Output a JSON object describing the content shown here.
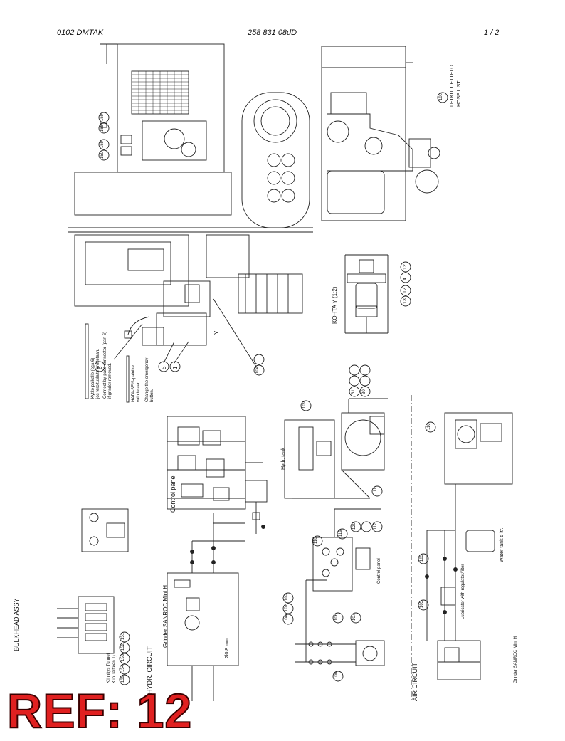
{
  "header": {
    "left": "0102   DMTAK",
    "center": "258 831 08dD",
    "right": "1 / 2"
  },
  "stamp": {
    "text": "REF: 12",
    "color": "#e02020"
  },
  "labels": {
    "bulkhead": "BULKHEAD ASSY",
    "hydr_circuit": "HYDR. CIRCUIT",
    "grinder_hydr": "Grinder SANROC Mini H",
    "control_panel": "Control panel",
    "air_circuit": "AIR CIRCUIT",
    "grinder_air": "Grinder SANROC Mini H",
    "water_tank": "Water tank 5 ltr.",
    "lubricator": "Lubricator with regulator/filter",
    "hydr_tank": "Hydr. tank",
    "control_panel_small": "Control panel",
    "kohta": "KOHTA  Y (1:2)",
    "hose_list_fi": "LETKULUETTELO",
    "hose_list_en": "HOSE LIST",
    "note1_fi": "Kytke paikalle (osa 6)",
    "note1_fi2": "jos teroituslaite irroitetaan.",
    "note1_en": "Connect by-pass connector (part 6)",
    "note1_en2": "if grinder removed.",
    "note2_fi": "HATA-SEIS-painike",
    "note2_fi2": "vaihdetaan.",
    "note2_en": "Change the emergency-",
    "note2_en2": "button.",
    "kiinnitys": "Kiinnitys Tunnel",
    "kiinnitys2": "Kiin. laitteen 1)",
    "orifice": "Ø0.8 mm",
    "y_mark": "Y"
  },
  "balloons": {
    "b100": "100",
    "b150": "150",
    "b159": "159",
    "b155": "155",
    "b6": "6",
    "b5": "5",
    "b1": "1",
    "b159b": "159",
    "b104": "104",
    "b13": "13",
    "b12": "12",
    "b4": "4",
    "b12b": "12",
    "b109": "109",
    "b31": "31",
    "b30": "30",
    "b110": "110",
    "b111": "111",
    "b117": "117",
    "b118": "118",
    "b119": "119",
    "b120": "120",
    "b103": "103",
    "b105": "105",
    "b104b": "104",
    "b101": "101",
    "b102": "102",
    "b106": "106",
    "b107": "107",
    "b108": "108",
    "b139": "139",
    "b154": "154",
    "b153": "153",
    "b152": "152",
    "b151": "151"
  }
}
